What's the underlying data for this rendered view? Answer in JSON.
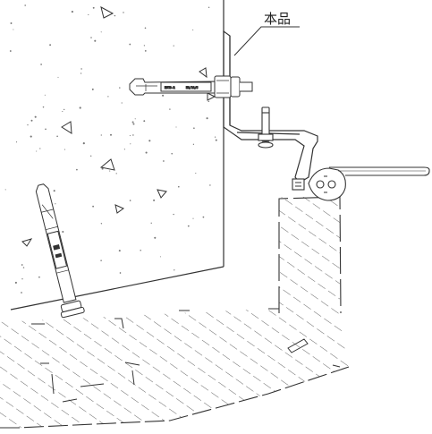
{
  "callout": {
    "label": "本品"
  },
  "horizontal_anchor": {
    "markings": [
      "HST3-R",
      "M8/10/5"
    ]
  },
  "colors": {
    "line": "#333333",
    "hatch": "#555555",
    "background": "#ffffff"
  },
  "icons": [
    "concrete-aggregate-triangle",
    "expansion-anchor-bolt",
    "hex-nut",
    "angle-bracket",
    "rubber-seal"
  ]
}
